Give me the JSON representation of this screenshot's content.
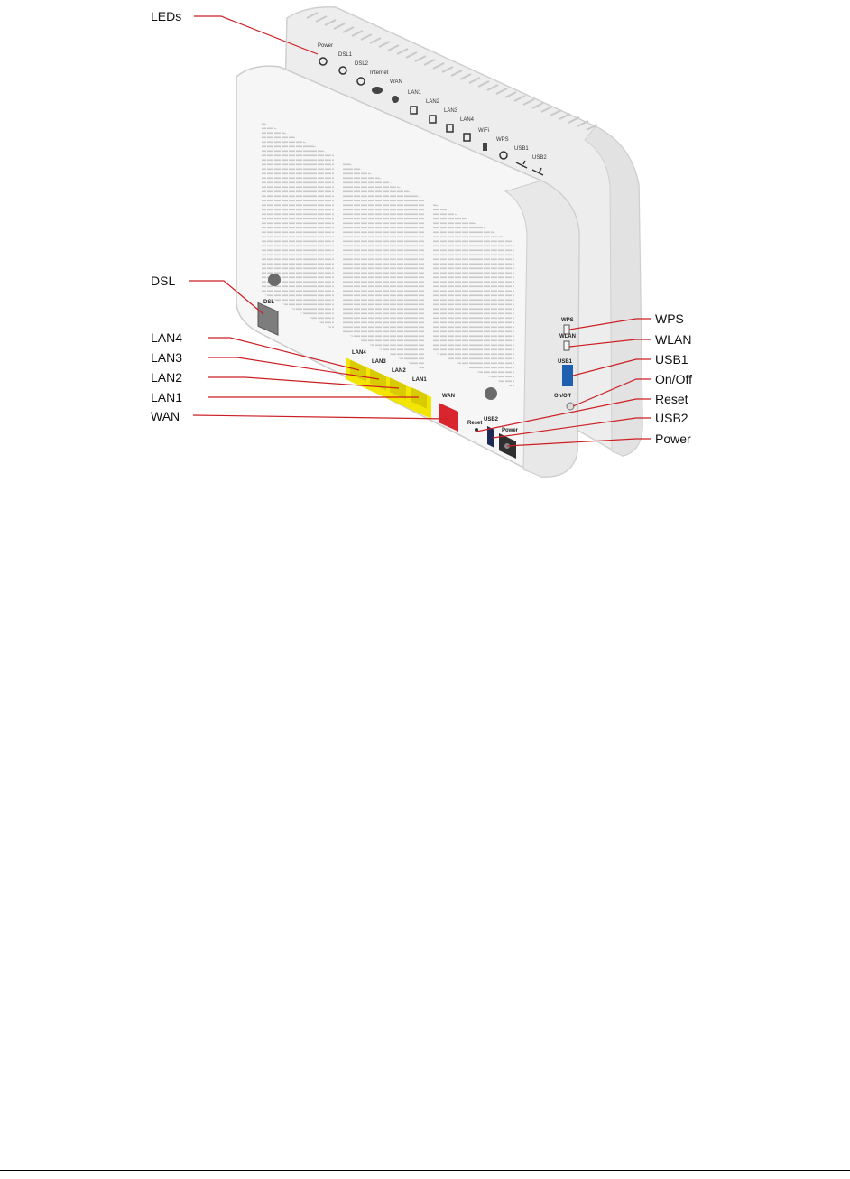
{
  "callouts_left": [
    {
      "id": "leds",
      "label": "LEDs"
    },
    {
      "id": "dsl",
      "label": "DSL"
    },
    {
      "id": "lan4",
      "label": "LAN4"
    },
    {
      "id": "lan3",
      "label": "LAN3"
    },
    {
      "id": "lan2",
      "label": "LAN2"
    },
    {
      "id": "lan1",
      "label": "LAN1"
    },
    {
      "id": "wan",
      "label": "WAN"
    }
  ],
  "callouts_right": [
    {
      "id": "wps",
      "label": "WPS"
    },
    {
      "id": "wlan",
      "label": "WLAN"
    },
    {
      "id": "usb1",
      "label": "USB1"
    },
    {
      "id": "onoff",
      "label": "On/Off"
    },
    {
      "id": "reset",
      "label": "Reset"
    },
    {
      "id": "usb2",
      "label": "USB2"
    },
    {
      "id": "power",
      "label": "Power"
    }
  ],
  "led_labels": [
    "Power",
    "DSL1",
    "DSL2",
    "Internet",
    "WAN",
    "LAN1",
    "LAN2",
    "LAN3",
    "LAN4",
    "WiFi",
    "WPS",
    "USB1",
    "USB2"
  ],
  "port_labels": {
    "dsl": "DSL",
    "lan4": "LAN4",
    "lan3": "LAN3",
    "lan2": "LAN2",
    "lan1": "LAN1",
    "wan": "WAN",
    "usb2": "USB2",
    "reset": "Reset",
    "power": "Power",
    "usb1": "USB1",
    "onoff": "On/Off",
    "wlan": "WLAN",
    "wps": "WPS"
  },
  "colors": {
    "callout_line": "#cc1f24",
    "lan_highlight": "#f2e600",
    "wan_port": "#d9262e",
    "usb_port": "#1f5fb0",
    "device_body": "#f4f4f4"
  }
}
